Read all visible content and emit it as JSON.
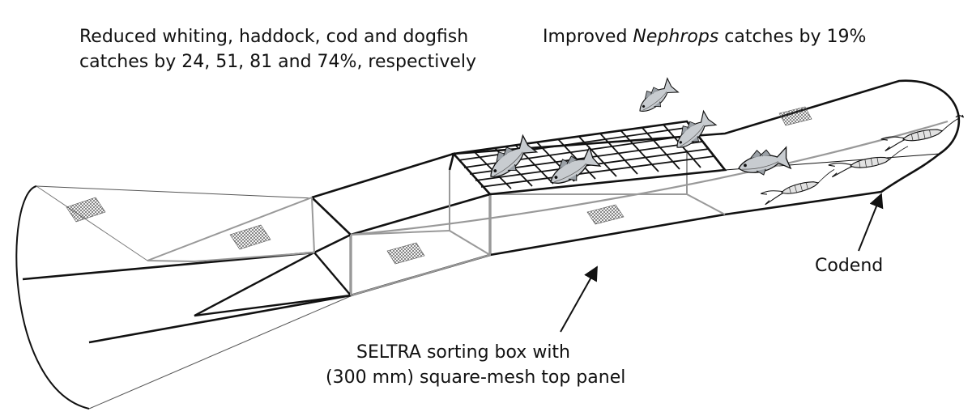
{
  "annotations": {
    "reduced_line1": "Reduced  whiting, haddock, cod and dogfish",
    "reduced_line2": "catches by 24, 51, 81 and 74%, respectively",
    "improved_prefix": "Improved ",
    "improved_species": "Nephrops",
    "improved_suffix": " catches by 19%",
    "codend": "Codend",
    "seltra_line1": "SELTRA sorting box with",
    "seltra_line2": "(300 mm) square-mesh top panel"
  },
  "colors": {
    "outline": "#111111",
    "inner_line": "#999999",
    "fish_body": "#c8ccd0",
    "nephrops": "#dddddd"
  },
  "icons": [
    "fish-icon",
    "nephrops-icon",
    "mesh-patch-icon",
    "arrow-icon"
  ]
}
